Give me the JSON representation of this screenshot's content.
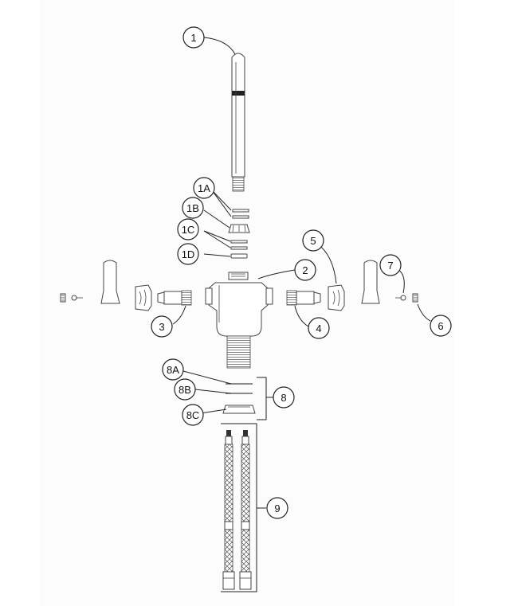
{
  "callouts": {
    "c1": "1",
    "c1A": "1A",
    "c1B": "1B",
    "c1C": "1C",
    "c1D": "1D",
    "c2": "2",
    "c3": "3",
    "c4": "4",
    "c5": "5",
    "c6": "6",
    "c7": "7",
    "c8": "8",
    "c8A": "8A",
    "c8B": "8B",
    "c8C": "8C",
    "c9": "9"
  }
}
